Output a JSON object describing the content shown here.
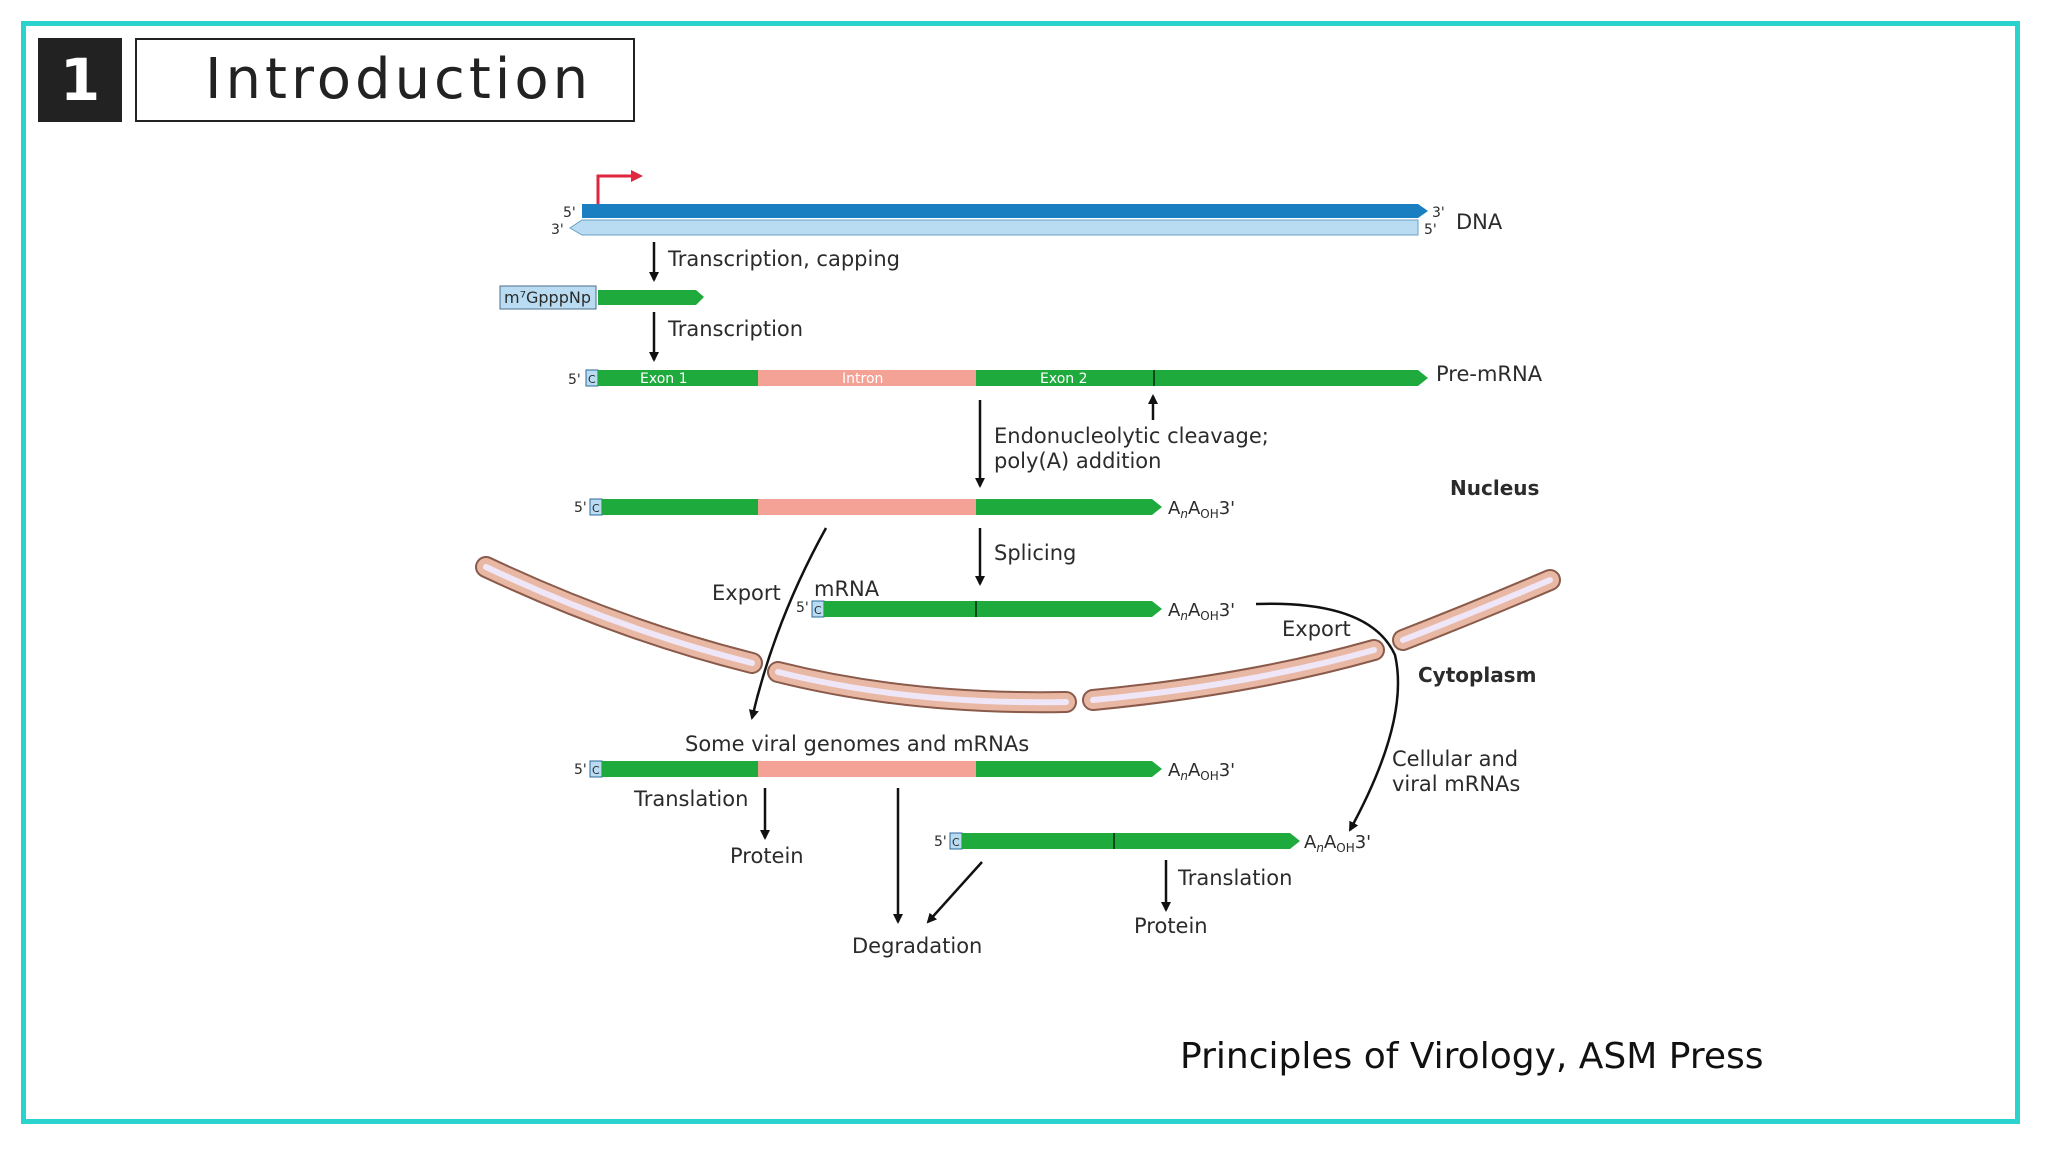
{
  "slide": {
    "number": "1",
    "title": "Introduction",
    "citation": "Principles of Virology, ASM Press"
  },
  "colors": {
    "frame": "#2bd3cf",
    "dna_top": "#1a7fc0",
    "dna_bottom": "#b9dcf3",
    "exon": "#1faa3e",
    "intron": "#f4a295",
    "cap": "#b9dcf3",
    "membrane_outer": "#e8b8a4",
    "membrane_inner": "#efe6f7",
    "promoter_arrow": "#e0263f"
  },
  "diagram": {
    "dna_label": "DNA",
    "five_prime": "5'",
    "three_prime": "3'",
    "cap_label": "m⁷GpppNp",
    "cap_letter": "C",
    "step_transcription_capping": "Transcription, capping",
    "step_transcription": "Transcription",
    "exon1": "Exon 1",
    "intron": "Intron",
    "exon2": "Exon 2",
    "pre_mrna": "Pre-mRNA",
    "cleavage_line1": "Endonucleolytic cleavage;",
    "cleavage_line2": "poly(A) addition",
    "nucleus": "Nucleus",
    "polyA_a": "A",
    "polyA_n": "n",
    "polyA_aoh": "A",
    "polyA_oh": "OH",
    "splicing": "Splicing",
    "export_left": "Export",
    "mrna": "mRNA",
    "export_right": "Export",
    "cytoplasm": "Cytoplasm",
    "some_viral": "Some viral genomes and mRNAs",
    "translation_left": "Translation",
    "protein_left": "Protein",
    "cellular_line1": "Cellular and",
    "cellular_line2": "viral mRNAs",
    "translation_right": "Translation",
    "protein_right": "Protein",
    "degradation": "Degradation"
  }
}
